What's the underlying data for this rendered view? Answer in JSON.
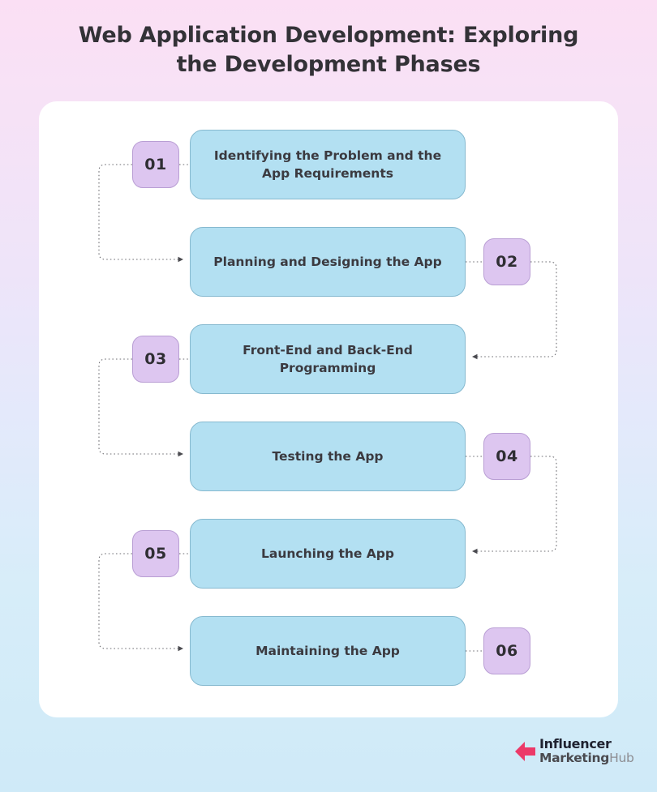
{
  "page": {
    "title": "Web Application Development: Exploring the Development Phases",
    "background_gradient_from": "#fbdff4",
    "background_gradient_to": "#cfeaf8",
    "card_background": "#ffffff"
  },
  "colors": {
    "step_box_fill": "#b3e0f2",
    "step_box_border": "#86b9cf",
    "badge_fill": "#ddc6f0",
    "badge_border": "#b99ed4",
    "text": "#3b3a40",
    "connector": "#6e6e73",
    "logo_mark": "#ec3a69"
  },
  "chart_data": {
    "type": "diagram",
    "title": "Web Application Development: Exploring the Development Phases",
    "layout": "serpentine-vertical",
    "steps": [
      {
        "number": "01",
        "label": "Identifying the Problem and the App Requirements",
        "badge_side": "left"
      },
      {
        "number": "02",
        "label": "Planning and Designing the App",
        "badge_side": "right"
      },
      {
        "number": "03",
        "label": "Front-End and Back-End Programming",
        "badge_side": "left"
      },
      {
        "number": "04",
        "label": "Testing the App",
        "badge_side": "right"
      },
      {
        "number": "05",
        "label": "Launching the App",
        "badge_side": "left"
      },
      {
        "number": "06",
        "label": "Maintaining the App",
        "badge_side": "right"
      }
    ],
    "connectors": [
      {
        "from": "01",
        "to": "02",
        "side": "left",
        "style": "dotted",
        "arrow": "right"
      },
      {
        "from": "02",
        "to": "03",
        "side": "right",
        "style": "dotted",
        "arrow": "left"
      },
      {
        "from": "03",
        "to": "04",
        "side": "left",
        "style": "dotted",
        "arrow": "right"
      },
      {
        "from": "04",
        "to": "05",
        "side": "right",
        "style": "dotted",
        "arrow": "left"
      },
      {
        "from": "05",
        "to": "06",
        "side": "left",
        "style": "dotted",
        "arrow": "right"
      }
    ]
  },
  "logo": {
    "line1": "Influencer",
    "line2_bold": "Marketing",
    "line2_light": "Hub"
  }
}
